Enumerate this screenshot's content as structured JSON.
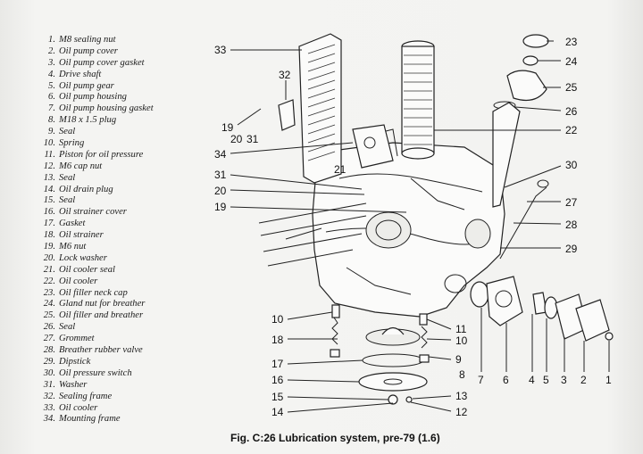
{
  "legend": [
    {
      "num": "1.",
      "label": "M8 sealing nut"
    },
    {
      "num": "2.",
      "label": "Oil pump cover"
    },
    {
      "num": "3.",
      "label": "Oil pump cover gasket"
    },
    {
      "num": "4.",
      "label": "Drive shaft"
    },
    {
      "num": "5.",
      "label": "Oil pump gear"
    },
    {
      "num": "6.",
      "label": "Oil pump housing"
    },
    {
      "num": "7.",
      "label": "Oil pump housing gasket"
    },
    {
      "num": "8.",
      "label": "M18 x 1.5 plug"
    },
    {
      "num": "9.",
      "label": "Seal"
    },
    {
      "num": "10.",
      "label": "Spring"
    },
    {
      "num": "11.",
      "label": "Piston for oil pressure"
    },
    {
      "num": "12.",
      "label": "M6 cap nut"
    },
    {
      "num": "13.",
      "label": "Seal"
    },
    {
      "num": "14.",
      "label": "Oil drain plug"
    },
    {
      "num": "15.",
      "label": "Seal"
    },
    {
      "num": "16.",
      "label": "Oil strainer cover"
    },
    {
      "num": "17.",
      "label": "Gasket"
    },
    {
      "num": "18.",
      "label": "Oil strainer"
    },
    {
      "num": "19.",
      "label": "M6 nut"
    },
    {
      "num": "20.",
      "label": "Lock washer"
    },
    {
      "num": "21.",
      "label": "Oil cooler seal"
    },
    {
      "num": "22.",
      "label": "Oil cooler"
    },
    {
      "num": "23.",
      "label": "Oil filler neck cap"
    },
    {
      "num": "24.",
      "label": "Gland nut for breather"
    },
    {
      "num": "25.",
      "label": "Oil filler and breather"
    },
    {
      "num": "26.",
      "label": "Seal"
    },
    {
      "num": "27.",
      "label": "Grommet"
    },
    {
      "num": "28.",
      "label": "Breather rubber valve"
    },
    {
      "num": "29.",
      "label": "Dipstick"
    },
    {
      "num": "30.",
      "label": "Oil pressure switch"
    },
    {
      "num": "31.",
      "label": "Washer"
    },
    {
      "num": "32.",
      "label": "Sealing frame"
    },
    {
      "num": "33.",
      "label": "Oil cooler"
    },
    {
      "num": "34.",
      "label": "Mounting frame"
    }
  ],
  "callouts": {
    "c33": "33",
    "c32": "32",
    "c19a": "19",
    "c20a": "20",
    "c31a": "31",
    "c34": "34",
    "c21": "21",
    "c31b": "31",
    "c20b": "20",
    "c19b": "19",
    "c23": "23",
    "c24": "24",
    "c25": "25",
    "c26": "26",
    "c22": "22",
    "c30": "30",
    "c27": "27",
    "c28": "28",
    "c29": "29",
    "c10a": "10",
    "c18": "18",
    "c17": "17",
    "c16": "16",
    "c15": "15",
    "c14": "14",
    "c11": "11",
    "c10b": "10",
    "c9": "9",
    "c8": "8",
    "c13": "13",
    "c12": "12",
    "c7": "7",
    "c6": "6",
    "c4": "4",
    "c5": "5",
    "c3": "3",
    "c2": "2",
    "c1": "1"
  },
  "caption": "Fig. C:26 Lubrication system, pre-79 (1.6)"
}
